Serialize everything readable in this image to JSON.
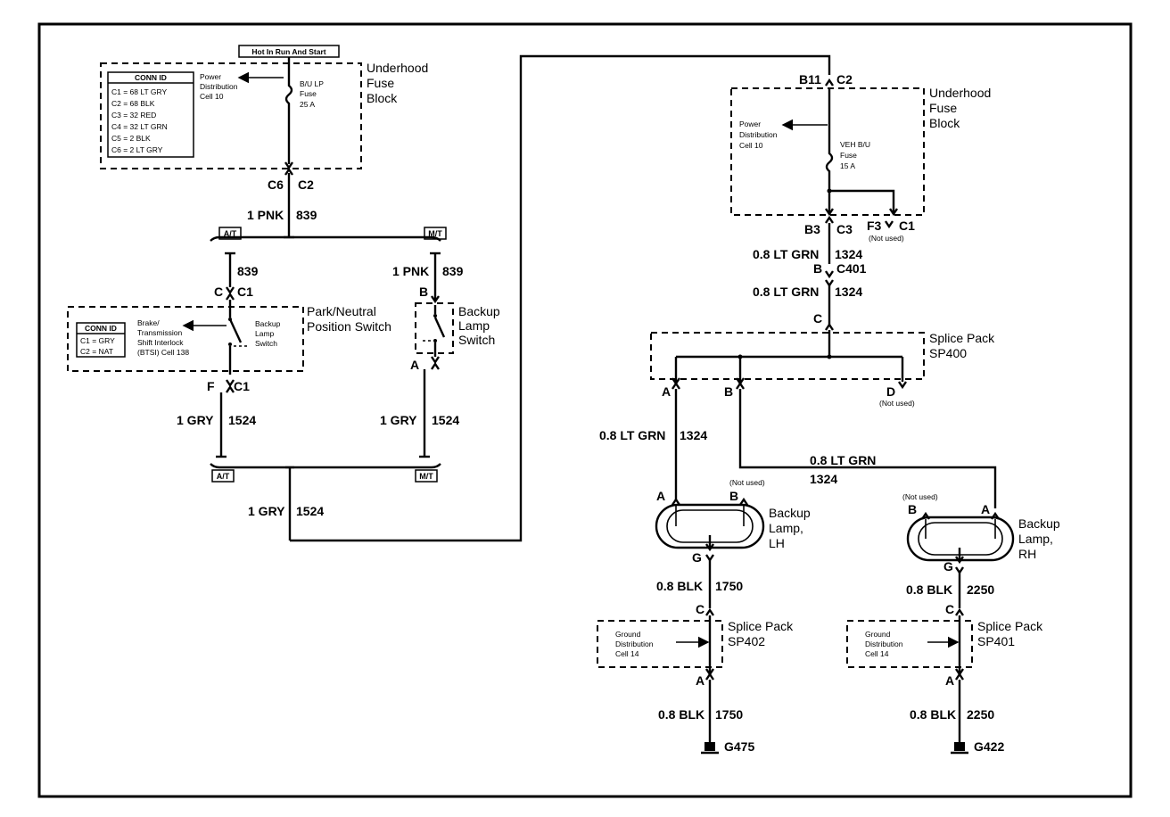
{
  "hot_label": "Hot In Run And Start",
  "uh_fuse_left": {
    "title_1": "Underhood",
    "title_2": "Fuse",
    "title_3": "Block",
    "conn_title": "CONN ID",
    "conn": [
      "C1 = 68 LT GRY",
      "C2 = 68 BLK",
      "C3 = 32 RED",
      "C4 = 32 LT GRN",
      "C5 = 2 BLK",
      "C6 = 2 LT GRY"
    ],
    "pd_1": "Power",
    "pd_2": "Distribution",
    "pd_3": "Cell 10",
    "fuse_1": "B/U LP",
    "fuse_2": "Fuse",
    "fuse_3": "25 A",
    "conn_c6": "C6",
    "conn_c2": "C2"
  },
  "w839": {
    "gauge": "1 PNK",
    "circuit": "839",
    "circuit_at": "839",
    "gauge_mt": "1 PNK",
    "circuit_mt": "839"
  },
  "tags": {
    "at": "A/T",
    "mt": "M/T"
  },
  "pnp": {
    "pin_c": "C",
    "conn_c1": "C1",
    "title_1": "Park/Neutral",
    "title_2": "Position Switch",
    "conn_title": "CONN ID",
    "conn": [
      "C1 = GRY",
      "C2 = NAT"
    ],
    "bt_1": "Brake/",
    "bt_2": "Transmission",
    "bt_3": "Shift Interlock",
    "bt_4": "(BTSI) Cell 138",
    "bl_1": "Backup",
    "bl_2": "Lamp",
    "bl_3": "Switch",
    "pin_f": "F",
    "conn_c1b": "C1"
  },
  "bls": {
    "pin_b": "B",
    "pin_a": "A",
    "title_1": "Backup",
    "title_2": "Lamp",
    "title_3": "Switch"
  },
  "w1524": {
    "gauge_l": "1 GRY",
    "circuit_l": "1524",
    "gauge_r": "1 GRY",
    "circuit_r": "1524",
    "gauge_m": "1 GRY",
    "circuit_m": "1524"
  },
  "uh_fuse_right": {
    "pin_b11": "B11",
    "conn_c2": "C2",
    "title_1": "Underhood",
    "title_2": "Fuse",
    "title_3": "Block",
    "pd_1": "Power",
    "pd_2": "Distribution",
    "pd_3": "Cell 10",
    "fuse_1": "VEH B/U",
    "fuse_2": "Fuse",
    "fuse_3": "15 A",
    "pin_b3": "B3",
    "conn_c3": "C3",
    "pin_f3": "F3",
    "conn_c1": "C1",
    "not_used": "(Not used)"
  },
  "w1324": {
    "gauge_1": "0.8 LT GRN",
    "circuit_1": "1324",
    "pin_b": "B",
    "conn_c401": "C401",
    "gauge_2": "0.8 LT GRN",
    "circuit_2": "1324",
    "pin_c": "C",
    "gauge_3": "0.8 LT GRN",
    "circuit_3": "1324",
    "gauge_4": "0.8 LT GRN",
    "circuit_4": "1324"
  },
  "sp400": {
    "title_1": "Splice Pack",
    "title_2": "SP400",
    "pin_a": "A",
    "pin_b": "B",
    "pin_d": "D",
    "not_used": "(Not used)"
  },
  "lamp_lh": {
    "pin_a": "A",
    "pin_b": "B",
    "not_used": "(Not used)",
    "title_1": "Backup",
    "title_2": "Lamp,",
    "title_3": "LH",
    "pin_g": "G"
  },
  "lamp_rh": {
    "pin_a": "A",
    "pin_b": "B",
    "not_used": "(Not used)",
    "title_1": "Backup",
    "title_2": "Lamp,",
    "title_3": "RH",
    "pin_g": "G"
  },
  "w1750": {
    "gauge_1": "0.8 BLK",
    "circuit_1": "1750",
    "pin_c": "C",
    "pin_a": "A",
    "gauge_2": "0.8 BLK",
    "circuit_2": "1750"
  },
  "w2250": {
    "gauge_1": "0.8 BLK",
    "circuit_1": "2250",
    "pin_c": "C",
    "pin_a": "A",
    "gauge_2": "0.8 BLK",
    "circuit_2": "2250"
  },
  "sp402": {
    "title_1": "Splice Pack",
    "title_2": "SP402",
    "gd_1": "Ground",
    "gd_2": "Distribution",
    "gd_3": "Cell 14"
  },
  "sp401": {
    "title_1": "Splice Pack",
    "title_2": "SP401",
    "gd_1": "Ground",
    "gd_2": "Distribution",
    "gd_3": "Cell 14"
  },
  "grounds": {
    "g475": "G475",
    "g422": "G422"
  }
}
